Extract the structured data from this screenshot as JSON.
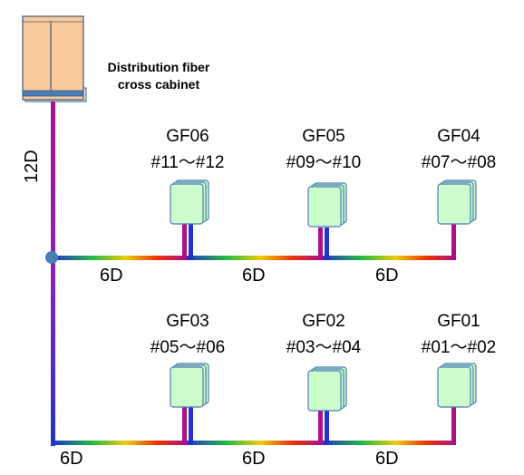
{
  "cabinet": {
    "title_line1": "Distribution fiber",
    "title_line2": "cross cabinet"
  },
  "trunk_label": "12D",
  "rows": [
    {
      "groups": [
        {
          "name": "GF06",
          "range": "#11～#12"
        },
        {
          "name": "GF05",
          "range": "#09～#10"
        },
        {
          "name": "GF04",
          "range": "#07～#08"
        }
      ],
      "segments": [
        "6D",
        "6D",
        "6D"
      ]
    },
    {
      "groups": [
        {
          "name": "GF03",
          "range": "#05～#06"
        },
        {
          "name": "GF02",
          "range": "#03～#04"
        },
        {
          "name": "GF01",
          "range": "#01～#02"
        }
      ],
      "segments": [
        "6D",
        "6D",
        "6D"
      ]
    }
  ],
  "colors": {
    "cabinet_fill": "#f9c89b",
    "cabinet_edge": "#3b5b7a",
    "cabinet_base": "#4a7db5",
    "box_fill": "#ccfccc",
    "box_edge": "#4a7db5",
    "junction": "#4a7db5",
    "cable_start": "#2233cc",
    "cable_mid1": "#22bb44",
    "cable_mid2": "#eecc00",
    "cable_mid3": "#ee3300",
    "cable_end": "#aa1188"
  }
}
